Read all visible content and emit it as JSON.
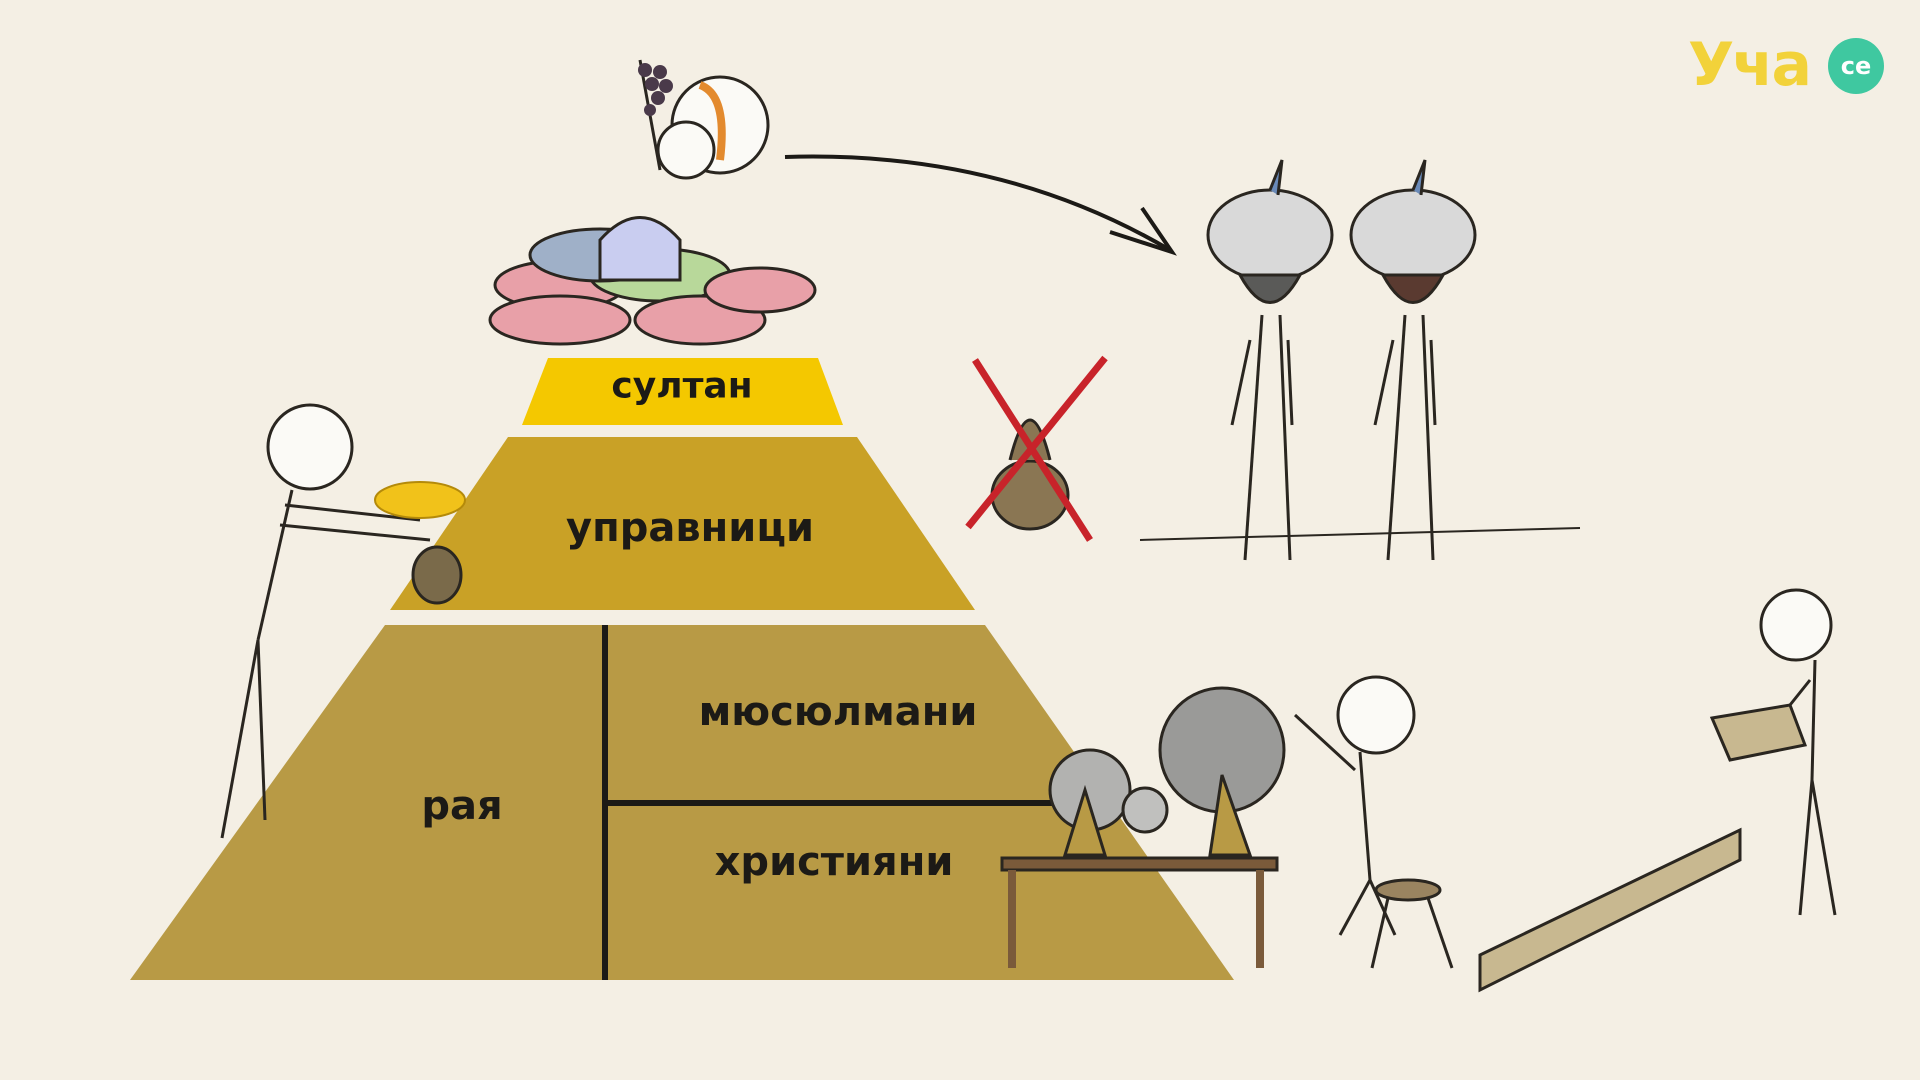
{
  "logo": {
    "text": "Уча",
    "badge": "се"
  },
  "pyramid": {
    "tier_top": "султан",
    "tier_middle": "управници",
    "tier_bottom_left": "рая",
    "tier_bottom_right_upper": "мюсюлмани",
    "tier_bottom_right_lower": "християни"
  },
  "colors": {
    "background": "#f4efe4",
    "tier_top": "#f4c800",
    "tier_middle": "#c9a126",
    "tier_bottom": "#b89a45",
    "cross": "#c8232a",
    "logo_yellow": "#f2d23a",
    "logo_teal": "#3fc8a0"
  }
}
